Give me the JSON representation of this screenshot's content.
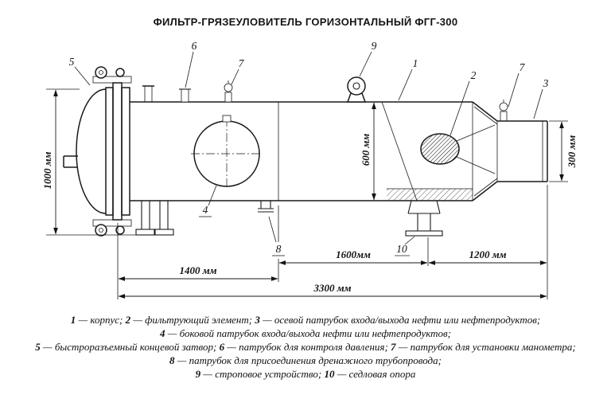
{
  "title": "ФИЛЬТР-ГРЯЗЕУЛОВИТЕЛЬ ГОРИЗОНТАЛЬНЫЙ ФГГ-300",
  "colors": {
    "ink": "#1a1a1a",
    "background": "#ffffff"
  },
  "dims": {
    "d1000": "1000 мм",
    "d600": "600 мм",
    "d300": "300 мм",
    "d1600": "1600мм",
    "d1200": "1200 мм",
    "d1400": "1400 мм",
    "d3300": "3300 мм"
  },
  "parts": {
    "p1": "1",
    "p2": "2",
    "p3": "3",
    "p4": "4",
    "p5": "5",
    "p6": "6",
    "p7": "7",
    "p8": "8",
    "p9": "9",
    "p10": "10"
  },
  "legend": {
    "lines": [
      {
        "segments": [
          {
            "n": "1",
            "t": " — корпус; "
          },
          {
            "n": "2",
            "t": " — фильтрующий элемент; "
          },
          {
            "n": "3",
            "t": " — осевой патрубок входа/выхода нефти или нефтепродуктов;"
          }
        ]
      },
      {
        "segments": [
          {
            "n": "4",
            "t": " — боковой патрубок входа/выхода нефти или нефтепродуктов;"
          }
        ]
      },
      {
        "segments": [
          {
            "n": "5",
            "t": " — быстроразъемный концевой затвор; "
          },
          {
            "n": "6",
            "t": " — патрубок для контроля давления; "
          },
          {
            "n": "7",
            "t": " — патрубок для установки манометра;"
          }
        ]
      },
      {
        "segments": [
          {
            "n": "8",
            "t": " — патрубок для присоединения дренажного трубопровода;"
          }
        ]
      },
      {
        "segments": [
          {
            "n": "9",
            "t": " — строповое устройство; "
          },
          {
            "n": "10",
            "t": " — седловая опора"
          }
        ]
      }
    ]
  }
}
